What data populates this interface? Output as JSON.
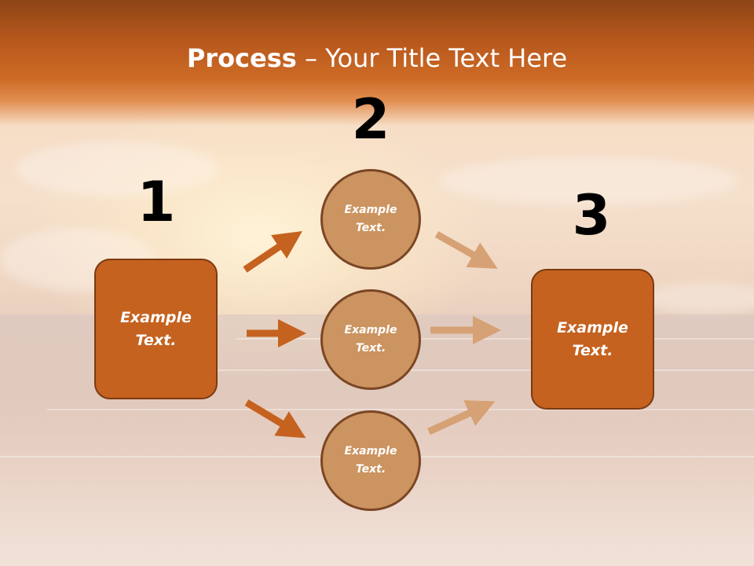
{
  "slide": {
    "title_bold": "Process",
    "title_rest": " – Your Title Text Here",
    "step_numbers": [
      "1",
      "2",
      "3"
    ],
    "left_box_text": "Example Text.",
    "circle_texts": [
      "Example Text.",
      "Example Text.",
      "Example Text."
    ],
    "right_box_text": "Example Text."
  },
  "colors": {
    "title_band": "#c9651f",
    "box_fill": "#c5621f",
    "box_border": "#7c3a12",
    "circle_fill": "#cc9460",
    "circle_border": "#7a4625",
    "arrow_dark": "#c5621f",
    "arrow_light": "#d6a174",
    "number_color": "#000000"
  }
}
